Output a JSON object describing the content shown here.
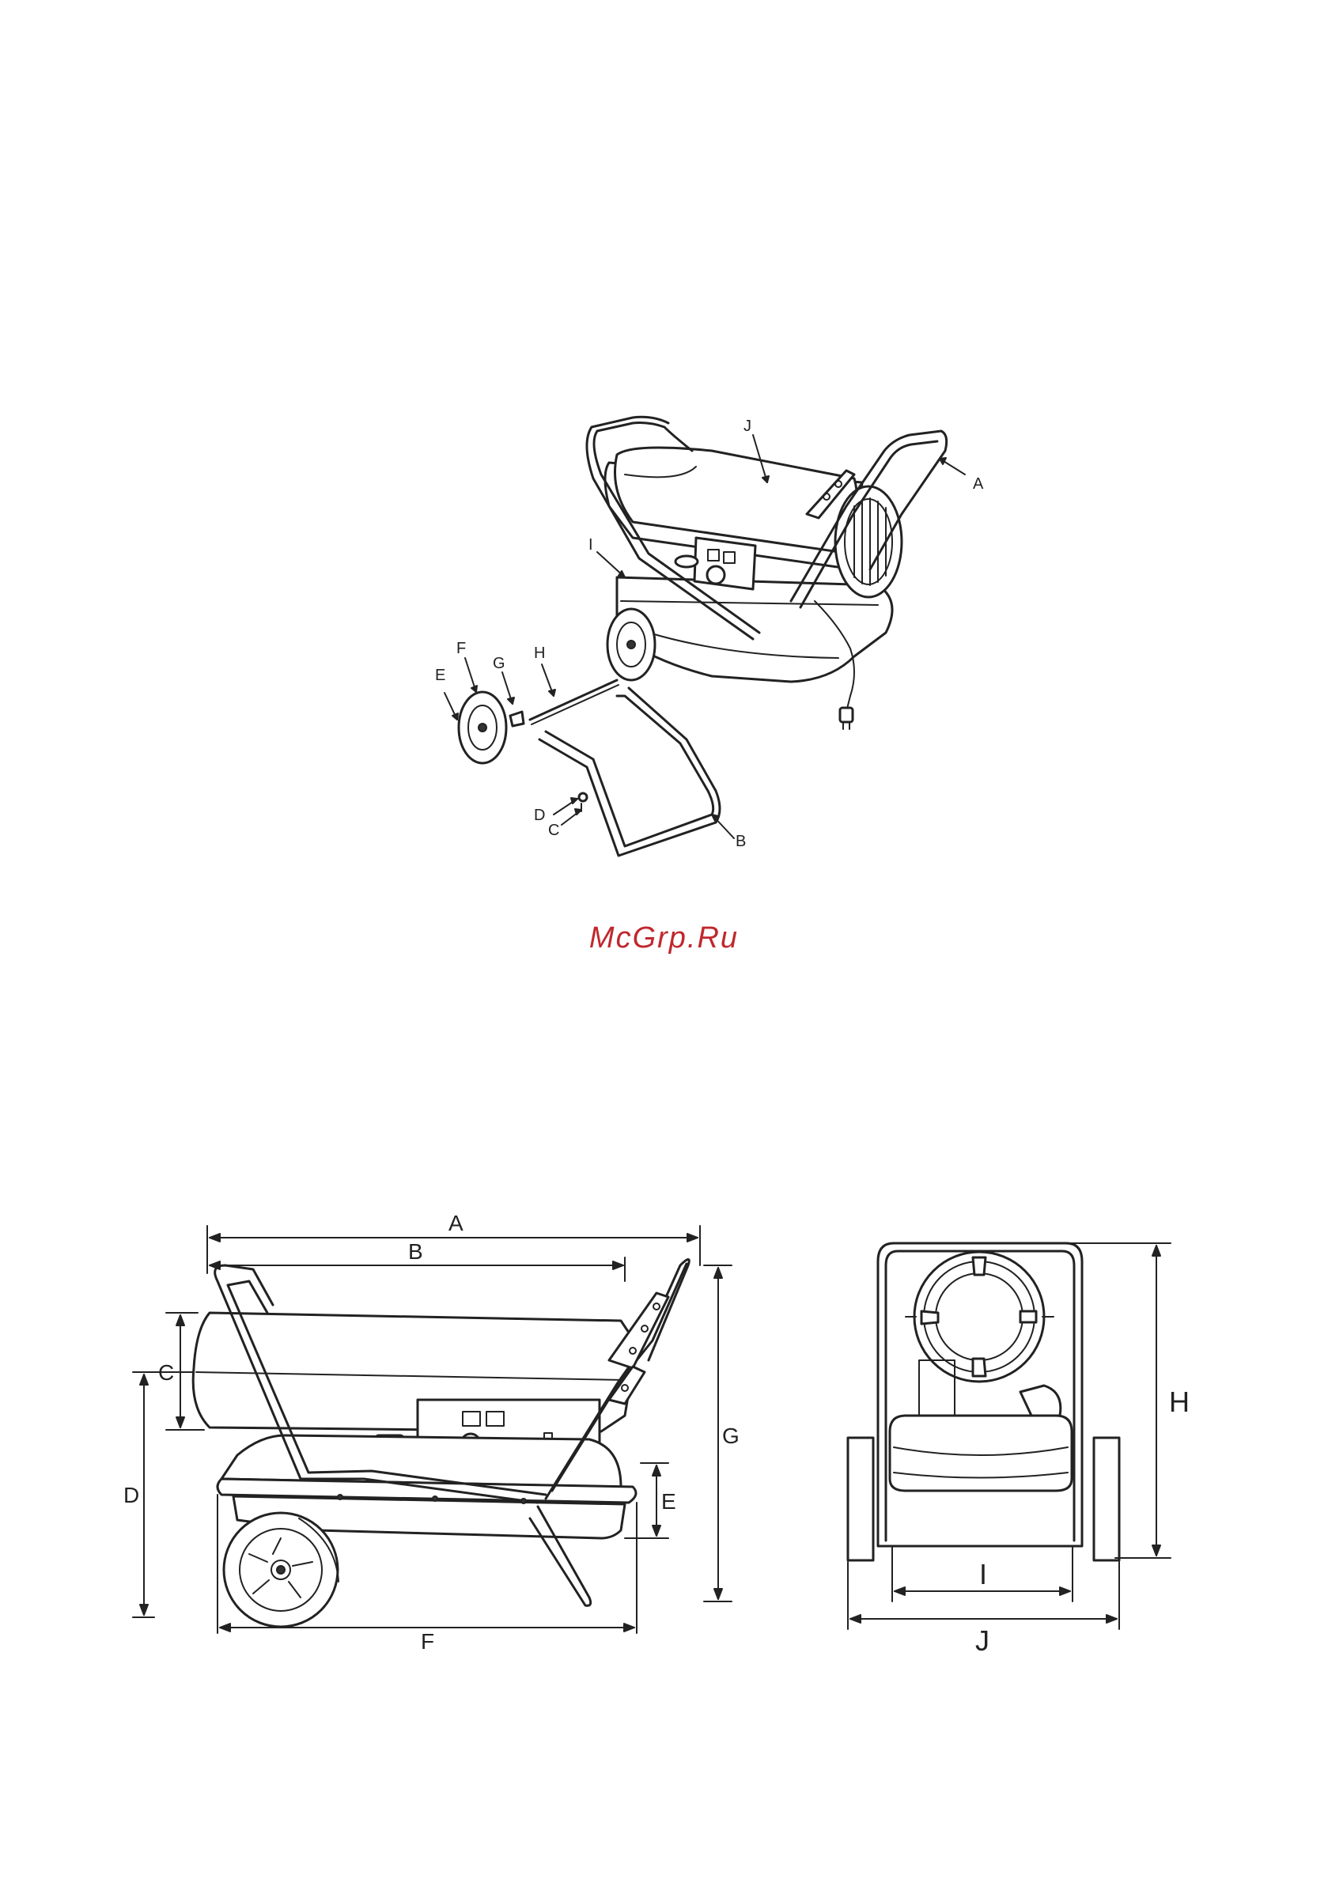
{
  "exploded_view": {
    "labels": {
      "A": "A",
      "B": "B",
      "C": "C",
      "D": "D",
      "E": "E",
      "F": "F",
      "G": "G",
      "H": "H",
      "I": "I",
      "J": "J"
    }
  },
  "watermark": "McGrp.Ru",
  "side_view": {
    "dims": {
      "A": "A",
      "B": "B",
      "C": "C",
      "D": "D",
      "E": "E",
      "F": "F",
      "G": "G"
    }
  },
  "front_view": {
    "dims": {
      "H": "H",
      "I": "I",
      "J": "J"
    }
  }
}
